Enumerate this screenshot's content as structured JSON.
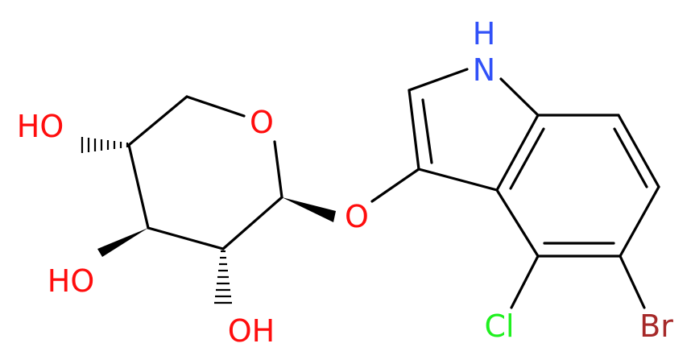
{
  "atoms": [
    {
      "id": "O_ring",
      "text": "O",
      "color": "#ff0d0d"
    },
    {
      "id": "O_glyco",
      "text": "O",
      "color": "#ff0d0d"
    },
    {
      "id": "HO_C4",
      "text": "HO",
      "color": "#ff0d0d"
    },
    {
      "id": "HO_C3",
      "text": "HO",
      "color": "#ff0d0d"
    },
    {
      "id": "OH_C2",
      "text": "OH",
      "color": "#ff0d0d"
    },
    {
      "id": "NH",
      "text": "H",
      "color": "#3050f8"
    },
    {
      "id": "N",
      "text": "N",
      "color": "#3050f8"
    },
    {
      "id": "Cl",
      "text": "Cl",
      "color": "#1ff01f"
    },
    {
      "id": "Br",
      "text": "Br",
      "color": "#a62929"
    }
  ],
  "colors": {
    "bond": "#000000",
    "oxygen": "#ff0d0d",
    "nitrogen": "#3050f8",
    "chlorine": "#1ff01f",
    "bromine": "#a62929"
  }
}
